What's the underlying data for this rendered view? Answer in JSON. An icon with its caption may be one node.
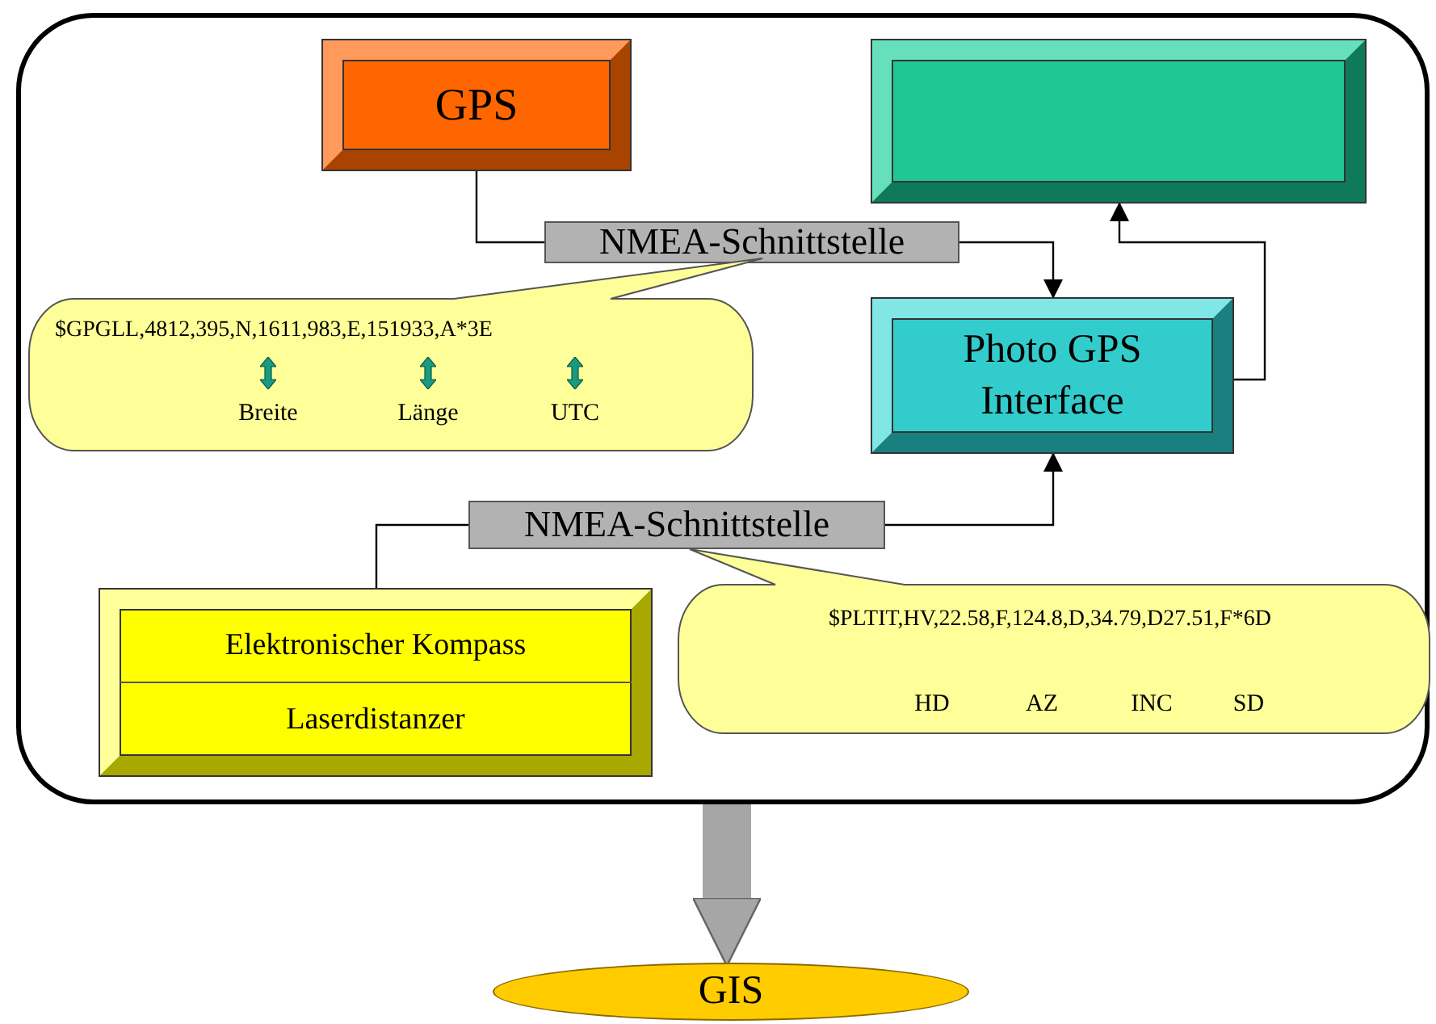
{
  "diagram": {
    "nodes": [
      {
        "text": [],
        "shape": "box"
      },
      {
        "text": [
          "GPS"
        ],
        "in": 0
      },
      {
        "text": [],
        "shape": "box",
        "in": 0
      },
      {
        "text": [
          "NMEA-Schnittstelle"
        ],
        "in": 0
      },
      {
        "text": [
          "$GPGLL,4812,395,N,1611,983,E,151933,A*3E",
          "Breite",
          "Länge",
          "UTC"
        ],
        "in": 0
      },
      {
        "text": [
          "Photo GPS Interface"
        ],
        "in": 0
      },
      {
        "text": [
          "NMEA-Schnittstelle"
        ],
        "in": 0
      },
      {
        "text": [
          "Elektronischer Kompass",
          "Laserdistanzer"
        ],
        "in": 0
      },
      {
        "text": [
          "$PLTIT,HV,22.58,F,124.8,D,34.79,D27.51,F*6D",
          "HD",
          "AZ",
          "INC",
          "SD"
        ],
        "in": 0
      },
      {
        "text": [
          "GIS"
        ]
      }
    ],
    "edges": [
      {
        "from": 1,
        "to": 3,
        "arrow": "none"
      },
      {
        "from": 3,
        "to": 5,
        "arrow": "to"
      },
      {
        "from": 5,
        "to": 2,
        "arrow": "to"
      },
      {
        "from": 7,
        "to": 6,
        "arrow": "none"
      },
      {
        "from": 6,
        "to": 5,
        "arrow": "to"
      },
      {
        "from": 0,
        "to": 9,
        "arrow": "to",
        "style": "thick",
        "color": "#a6a6a6"
      }
    ]
  }
}
